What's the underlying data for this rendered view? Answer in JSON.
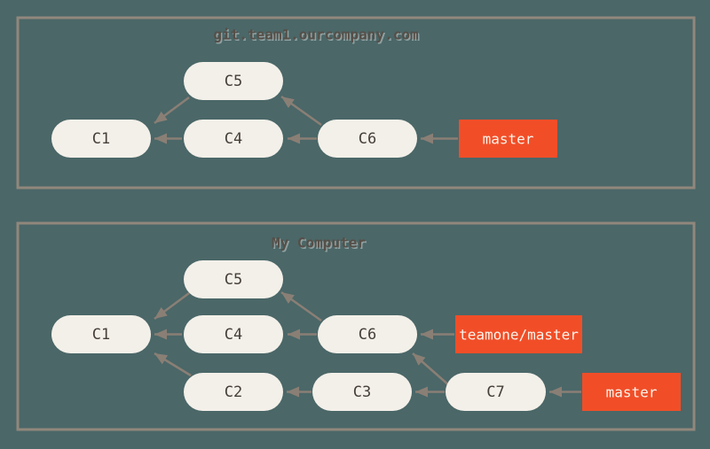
{
  "canvas": {
    "background_color": "#4b6768",
    "box_border_color": "#91877c",
    "node_fill_color": "#f3f0e9",
    "node_text_color": "#453f38",
    "arrow_color": "#8a7f75",
    "branch_fill_color": "#f14e28",
    "branch_text_color": "#fbf3ea",
    "title_text_color": "#564f48"
  },
  "diagrams": [
    {
      "title": "git.team1.ourcompany.com",
      "nodes": [
        {
          "id": "C1",
          "label": "C1"
        },
        {
          "id": "C4",
          "label": "C4"
        },
        {
          "id": "C5",
          "label": "C5"
        },
        {
          "id": "C6",
          "label": "C6"
        }
      ],
      "branches": [
        {
          "label": "master",
          "points_to": "C6"
        }
      ],
      "edges": [
        {
          "from": "C4",
          "to": "C1"
        },
        {
          "from": "C5",
          "to": "C1"
        },
        {
          "from": "C6",
          "to": "C4"
        },
        {
          "from": "C6",
          "to": "C5"
        },
        {
          "from": "master",
          "to": "C6"
        }
      ]
    },
    {
      "title": "My Computer",
      "nodes": [
        {
          "id": "C1",
          "label": "C1"
        },
        {
          "id": "C2",
          "label": "C2"
        },
        {
          "id": "C3",
          "label": "C3"
        },
        {
          "id": "C4",
          "label": "C4"
        },
        {
          "id": "C5",
          "label": "C5"
        },
        {
          "id": "C6",
          "label": "C6"
        },
        {
          "id": "C7",
          "label": "C7"
        }
      ],
      "branches": [
        {
          "label": "teamone/master",
          "points_to": "C6"
        },
        {
          "label": "master",
          "points_to": "C7"
        }
      ],
      "edges": [
        {
          "from": "C4",
          "to": "C1"
        },
        {
          "from": "C5",
          "to": "C1"
        },
        {
          "from": "C2",
          "to": "C1"
        },
        {
          "from": "C6",
          "to": "C4"
        },
        {
          "from": "C6",
          "to": "C5"
        },
        {
          "from": "C3",
          "to": "C2"
        },
        {
          "from": "C7",
          "to": "C3"
        },
        {
          "from": "C7",
          "to": "C6"
        },
        {
          "from": "teamone/master",
          "to": "C6"
        },
        {
          "from": "master",
          "to": "C7"
        }
      ]
    }
  ]
}
